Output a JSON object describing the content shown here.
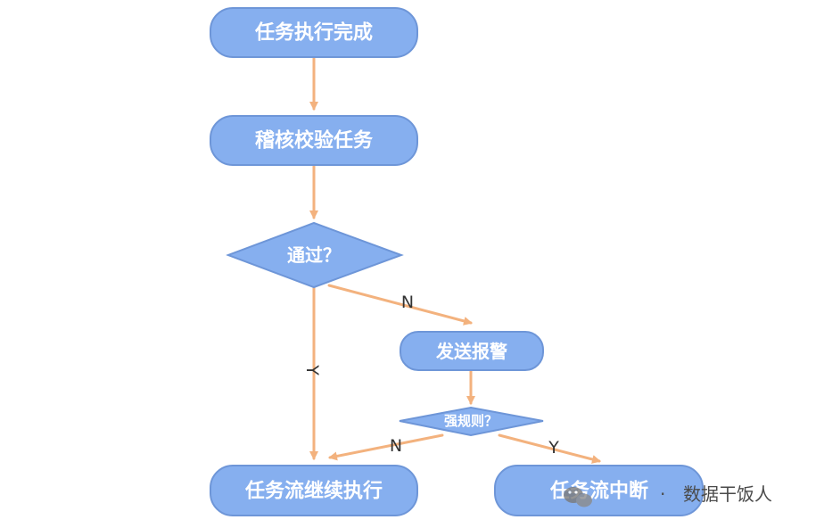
{
  "colors": {
    "node_fill": "#86AFEF",
    "node_stroke": "#6E96D8",
    "arrow": "#F3B27E",
    "label": "#333333"
  },
  "nodes": {
    "task_complete": "任务执行完成",
    "audit_task": "稽核校验任务",
    "passed_decision": "通过？",
    "send_alert": "发送报警",
    "strong_rule_decision": "强规则？",
    "continue_flow": "任务流继续执行",
    "interrupt_flow": "任务流中断"
  },
  "edge_labels": {
    "passed_no": "N",
    "passed_yes": "Y",
    "strong_no": "N",
    "strong_yes": "Y"
  },
  "watermark": {
    "text": "数据干饭人",
    "icon": "wechat-icon"
  }
}
